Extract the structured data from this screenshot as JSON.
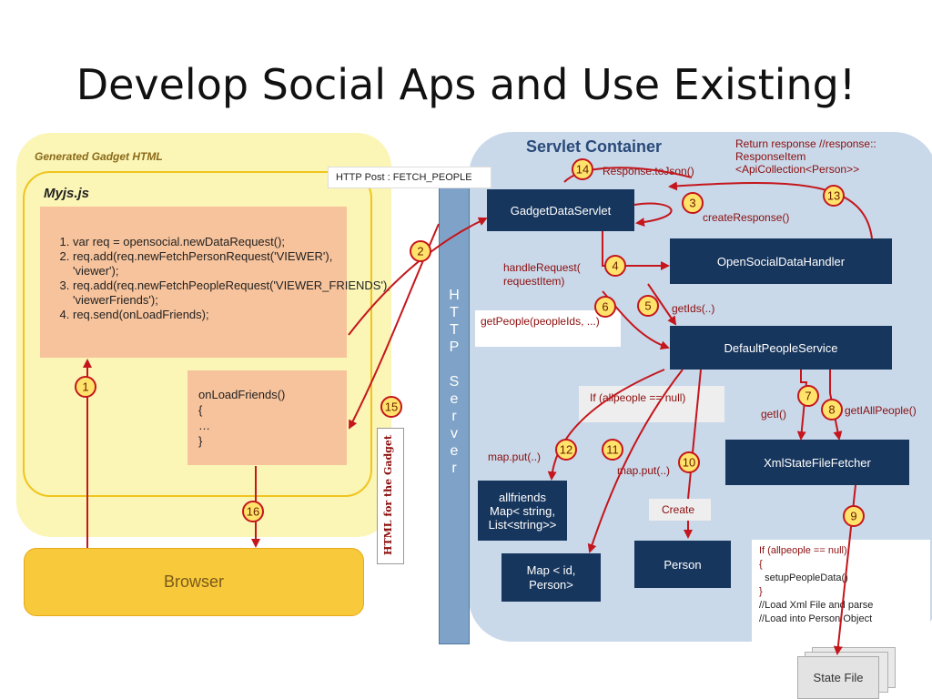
{
  "title": "Develop Social Aps and Use Existing!",
  "gadget": {
    "panel_label": "Generated Gadget HTML",
    "file_label": "Myjs.js",
    "code_lines": [
      "var req = opensocial.newDataRequest();",
      "req.add(req.newFetchPersonRequest('VIEWER'), 'viewer');",
      "req.add(req.newFetchPeopleRequest('VIEWER_FRIENDS'), 'viewerFriends');",
      "req.send(onLoadFriends);"
    ],
    "callback_lines": [
      "onLoadFriends()",
      "{",
      "…",
      "}"
    ],
    "browser_label": "Browser",
    "html_label": "HTML for the Gadget"
  },
  "server": {
    "http_server_label": "HTTP Server",
    "http_post_label": "HTTP Post : FETCH_PEOPLE",
    "servlet_container_label": "Servlet Container",
    "nodes": {
      "gadget_data_servlet": "GadgetDataServlet",
      "open_social_data_handler": "OpenSocialDataHandler",
      "default_people_service": "DefaultPeopleService",
      "xml_state_file_fetcher": "XmlStateFileFetcher",
      "allfriends": "allfriends Map< string, List<string>>",
      "map_id_person": "Map < id, Person>",
      "person": "Person",
      "state_file": "State File"
    },
    "labels": {
      "return_response": "Return response //response:: ResponseItem <ApiCollection<Person>>",
      "response_tojson": "Response.toJson()",
      "create_response": "createResponse()",
      "handle_request": "handleRequest( requestItem)",
      "get_ids": "getIds(..)",
      "get_people": "getPeople(peopleIds, ...)",
      "if_allpeople": "If (allpeople == null)",
      "map_put_12": "map.put(..)",
      "map_put_10": "map.put(..)",
      "create": "Create",
      "get_i": "getI()",
      "get_all_people": "getIAllPeople()"
    },
    "state_note_lines": [
      "If (allpeople == null)",
      "{",
      "  setupPeopleData()",
      "}",
      "//Load Xml File and parse",
      "//Load into  Person Object"
    ]
  },
  "step_numbers": [
    "1",
    "2",
    "3",
    "4",
    "5",
    "6",
    "7",
    "8",
    "9",
    "10",
    "11",
    "12",
    "13",
    "14",
    "15",
    "16"
  ],
  "colors": {
    "gadget_panel": "#fbf5b6",
    "code_box": "#f7c39c",
    "browser": "#f8c93a",
    "servlet_panel": "#c9d9ea",
    "http_server": "#7fa3c8",
    "node": "#17365d",
    "arrow": "#c4161c",
    "step_badge": "#ffe36a"
  }
}
